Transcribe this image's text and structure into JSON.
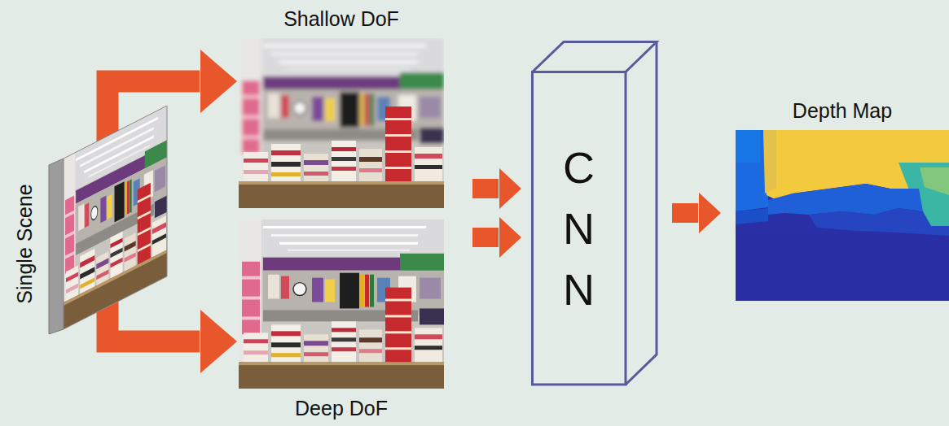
{
  "diagram": {
    "nodes": [
      {
        "text": [
          "Single Scene"
        ]
      },
      {
        "text": [
          "Shallow DoF"
        ]
      },
      {
        "text": [
          "Deep DoF"
        ]
      },
      {
        "text": [
          "C N N"
        ]
      },
      {
        "text": [
          "Depth Map"
        ]
      }
    ],
    "edges": [
      {
        "from": 0,
        "to": 1,
        "arrow": "to"
      },
      {
        "from": 0,
        "to": 2,
        "arrow": "to"
      },
      {
        "from": 1,
        "to": 3,
        "arrow": "to"
      },
      {
        "from": 2,
        "to": 3,
        "arrow": "to"
      },
      {
        "from": 3,
        "to": 4,
        "arrow": "to"
      }
    ]
  }
}
